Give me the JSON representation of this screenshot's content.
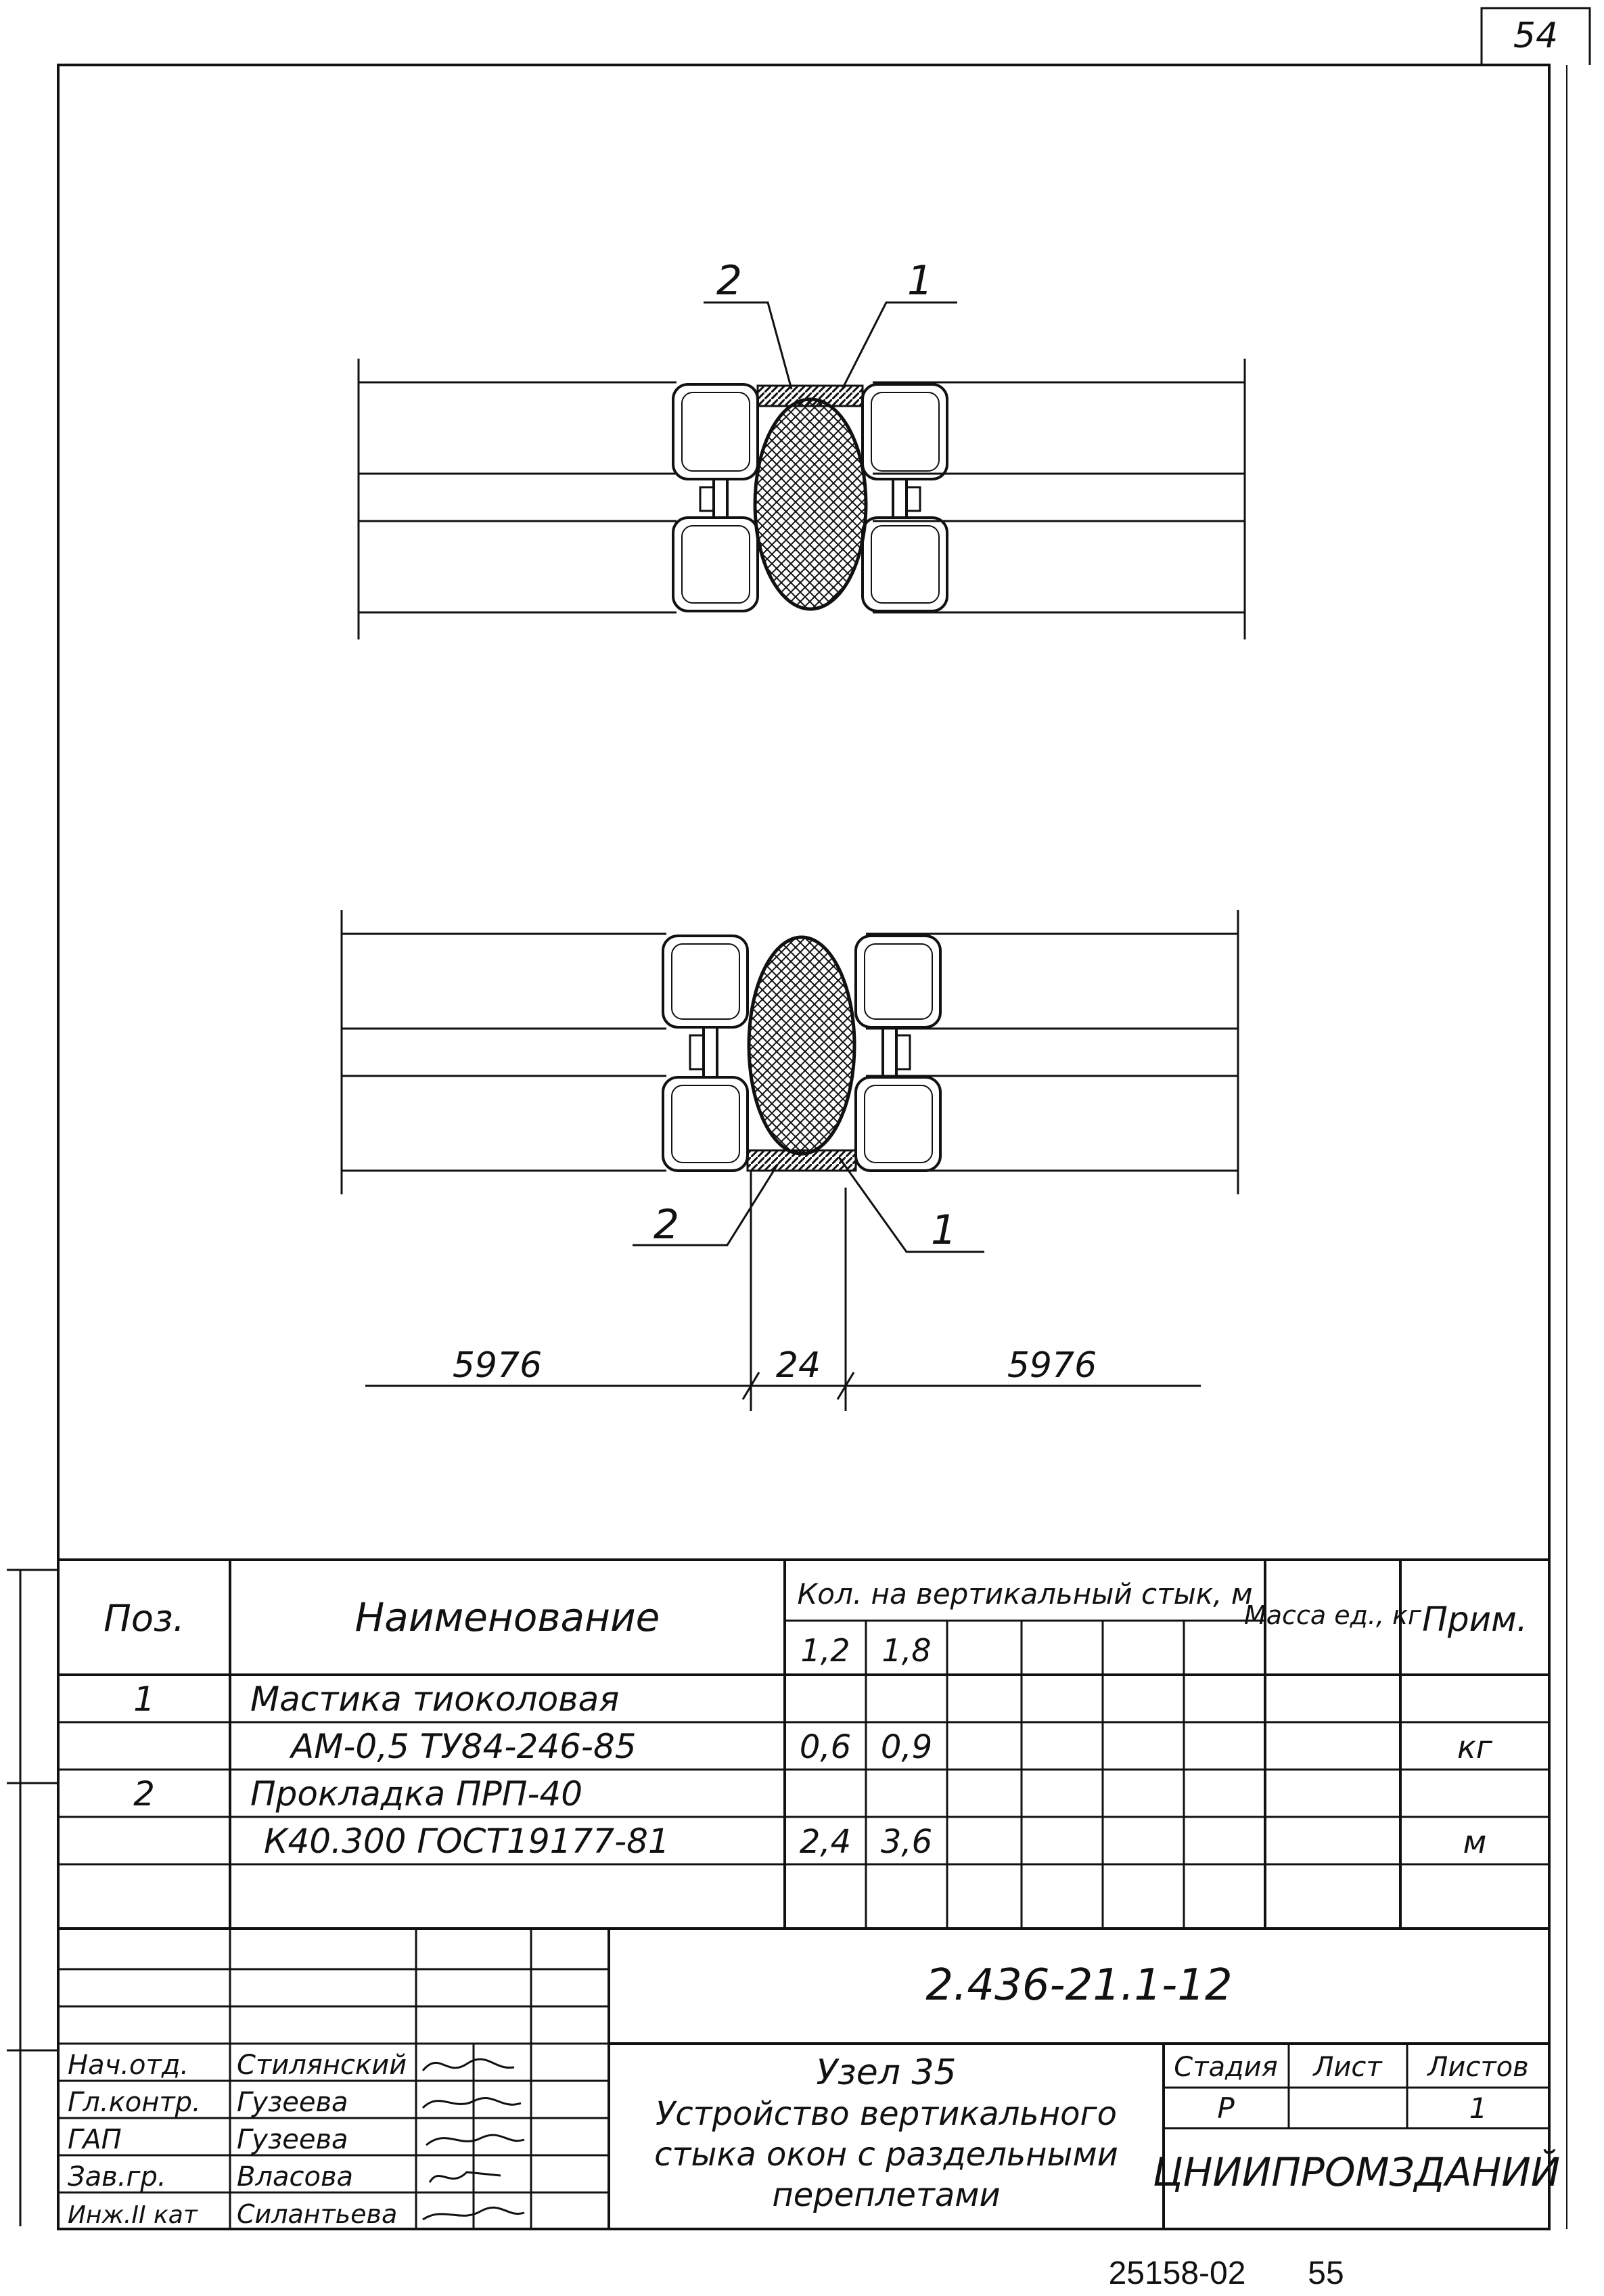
{
  "sheet": {
    "page_number": "54",
    "bottom_code": "25158-02",
    "bottom_page": "55"
  },
  "drawing": {
    "top_callout_left": "2",
    "top_callout_right": "1",
    "bottom_callout_left": "2",
    "bottom_callout_right": "1",
    "dim_left": "5976",
    "dim_mid": "24",
    "dim_right": "5976"
  },
  "spec_table": {
    "header": {
      "pos": "Поз.",
      "name": "Наименование",
      "qty_group": "Кол. на вертикальный стык, м",
      "qty_col1": "1,2",
      "qty_col2": "1,8",
      "mass": "Масса ед., кг",
      "note": "Прим."
    },
    "rows": [
      {
        "pos": "1",
        "name": "Мастика тиоколовая",
        "q1": "",
        "q2": "",
        "note": ""
      },
      {
        "pos": "",
        "name": "АМ-0,5 ТУ84-246-85",
        "q1": "0,6",
        "q2": "0,9",
        "note": "кг"
      },
      {
        "pos": "2",
        "name": "Прокладка ПРП-40",
        "q1": "",
        "q2": "",
        "note": ""
      },
      {
        "pos": "",
        "name": "К40.300 ГОСТ19177-81",
        "q1": "2,4",
        "q2": "3,6",
        "note": "м"
      }
    ]
  },
  "title_block": {
    "doc_number": "2.436-21.1-12",
    "roles": [
      "Нач.отд.",
      "Гл.контр.",
      "ГАП",
      "Зав.гр.",
      "Инж.II кат"
    ],
    "names": [
      "Стилянский",
      "Гузеева",
      "Гузеева",
      "Власова",
      "Силантьева"
    ],
    "title_line1": "Узел 35",
    "title_line2": "Устройство вертикального",
    "title_line3": "стыка окон с раздельными",
    "title_line4": "переплетами",
    "stage_label": "Стадия",
    "sheet_label": "Лист",
    "sheets_label": "Листов",
    "stage_value": "Р",
    "sheet_value": "",
    "sheets_value": "1",
    "org": "ЦНИИПРОМЗДАНИЙ"
  },
  "colors": {
    "ink": "#111111",
    "paper": "#ffffff"
  }
}
